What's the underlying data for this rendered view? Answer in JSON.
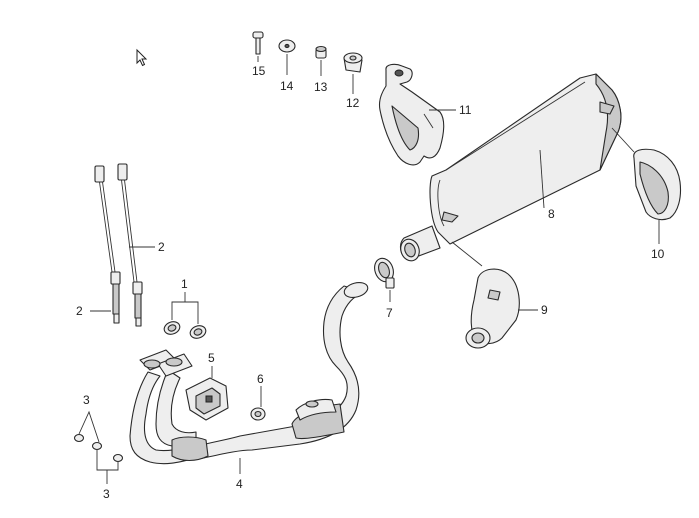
{
  "diagram": {
    "callouts": {
      "c1": "1",
      "c2a": "2",
      "c2b": "2",
      "c3a": "3",
      "c3b": "3",
      "c4": "4",
      "c5": "5",
      "c6": "6",
      "c7": "7",
      "c8": "8",
      "c9": "9",
      "c10": "10",
      "c11": "11",
      "c12": "12",
      "c13": "13",
      "c14": "14",
      "c15": "15"
    },
    "icons": {
      "pointer": "mouse-pointer-icon"
    }
  }
}
